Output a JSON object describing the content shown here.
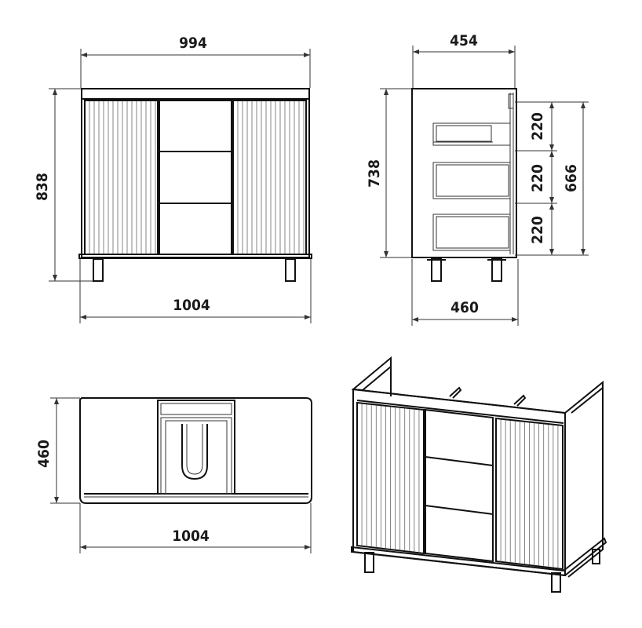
{
  "front_view": {
    "width_top": "994",
    "width_bottom": "1004",
    "height": "838"
  },
  "side_view": {
    "depth_top": "454",
    "depth_bottom": "460",
    "height_body": "738",
    "height_drawers": "666",
    "drawer_heights": [
      "220",
      "220",
      "220"
    ]
  },
  "top_view": {
    "depth": "460",
    "width": "1004"
  }
}
